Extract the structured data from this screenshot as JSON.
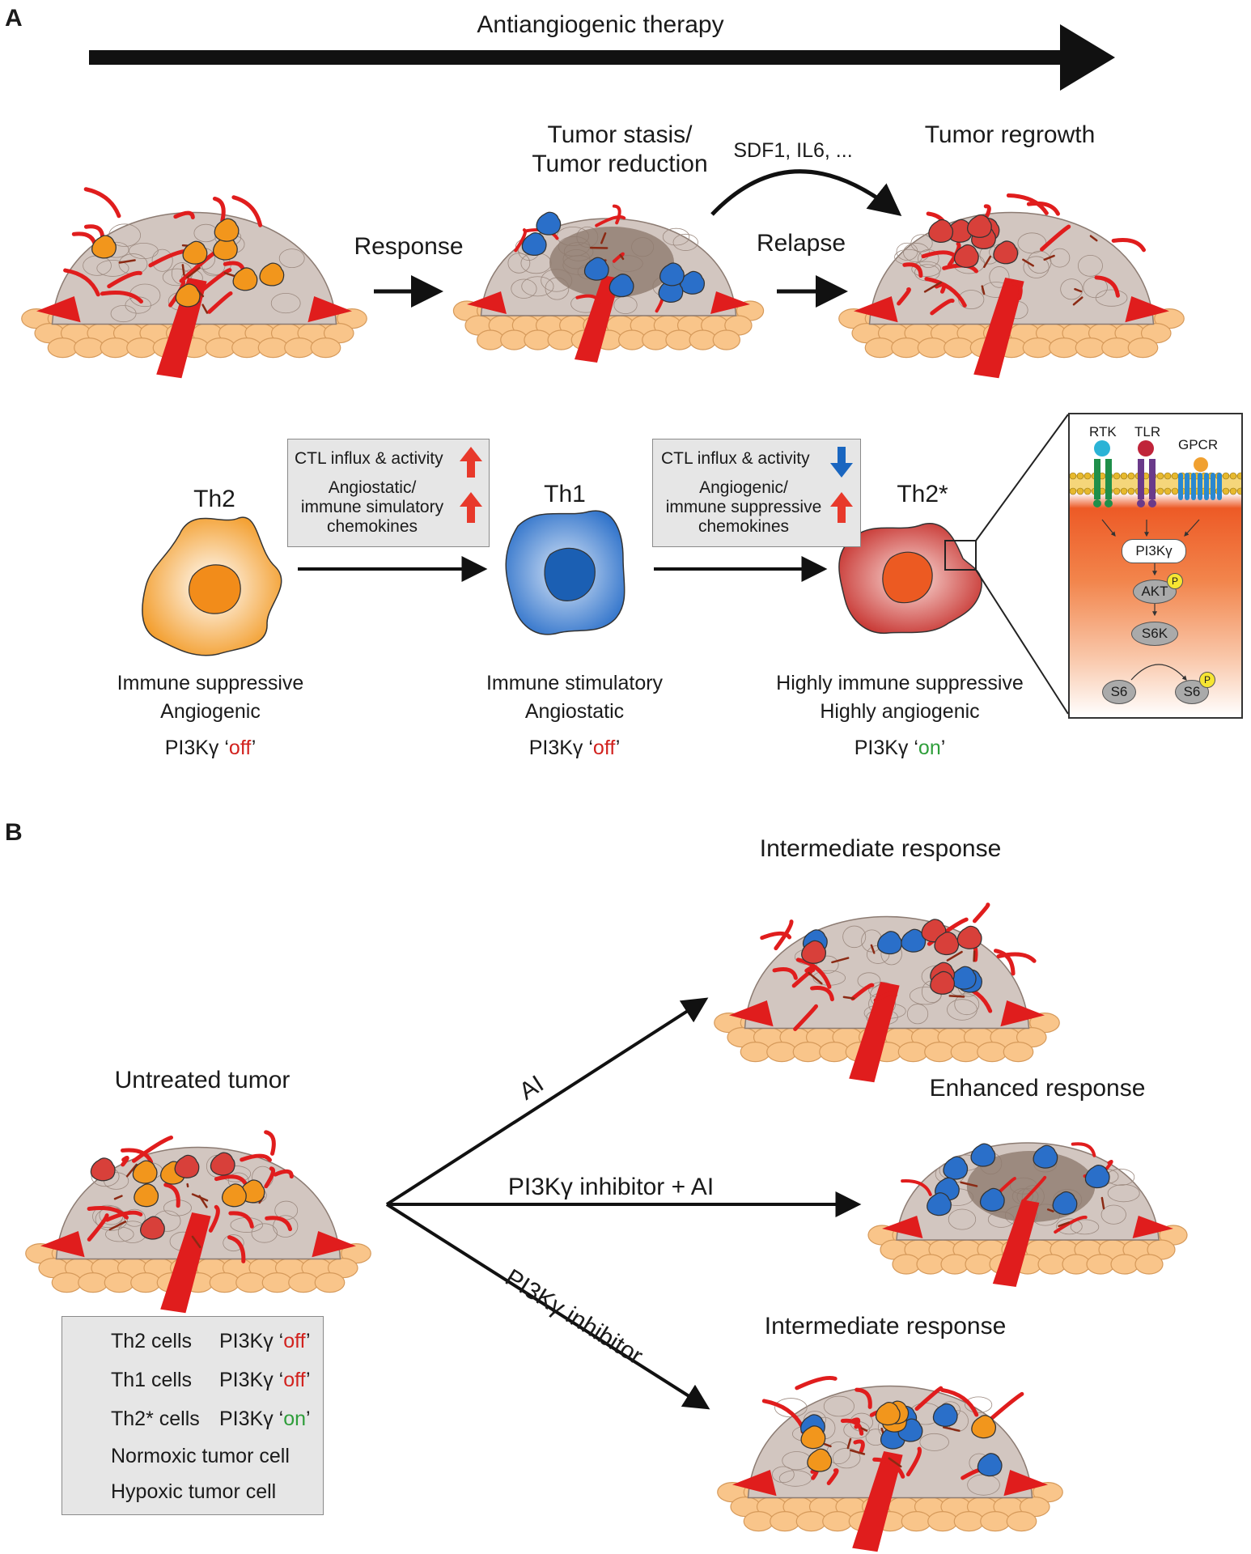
{
  "panels": {
    "a": "A",
    "b": "B"
  },
  "colors": {
    "vessel": "#e01d1d",
    "vessel_dark": "#8b2a14",
    "stroma": "#f9c58a",
    "normoxic": "#d2c6c0",
    "hypoxic": "#8e7a6e",
    "th2": "#f2961c",
    "th1": "#2a6fc9",
    "th2star": "#d8403a",
    "off_text": "#d2221e",
    "on_text": "#2e9e3a",
    "arrow_up": "#e8392b",
    "arrow_down": "#1a66c0"
  },
  "panel_a": {
    "therapy_label": "Antiangiogenic therapy",
    "stage2_title_line1": "Tumor stasis/",
    "stage2_title_line2": "Tumor reduction",
    "stage3_title": "Tumor regrowth",
    "curve_label": "SDF1, IL6, ...",
    "response_label": "Response",
    "relapse_label": "Relapse",
    "box1": {
      "line1": "CTL influx & activity",
      "line2": "Angiostatic/",
      "line3": "immune simulatory",
      "line4": "chemokines"
    },
    "box2": {
      "line1": "CTL influx & activity",
      "line2": "Angiogenic/",
      "line3": "immune suppressive",
      "line4": "chemokines"
    },
    "cells": [
      {
        "name": "Th2",
        "desc1": "Immune suppressive",
        "desc2": "Angiogenic",
        "pi_prefix": "PI3Kγ ‘",
        "state": "off",
        "pi_suffix": "’"
      },
      {
        "name": "Th1",
        "desc1": "Immune stimulatory",
        "desc2": "Angiostatic",
        "pi_prefix": "PI3Kγ ‘",
        "state": "off",
        "pi_suffix": "’"
      },
      {
        "name": "Th2*",
        "desc1": "Highly immune suppressive",
        "desc2": "Highly angiogenic",
        "pi_prefix": "PI3Kγ ‘",
        "state": "on",
        "pi_suffix": "’"
      }
    ],
    "inset": {
      "receptors": [
        "RTK",
        "TLR",
        "GPCR"
      ],
      "pi3k": "PI3Kγ",
      "akt": "AKT",
      "s6k": "S6K",
      "s6": "S6",
      "p": "P"
    }
  },
  "panel_b": {
    "untreated": "Untreated tumor",
    "intermediate_top": "Intermediate response",
    "enhanced": "Enhanced response",
    "intermediate_bottom": "Intermediate response",
    "arrow_ai": "AI",
    "arrow_combo": "PI3Kγ inhibitor + AI",
    "arrow_inhibitor": "PI3Kγ inhibitor",
    "legend": [
      {
        "label": "Th2 cells",
        "pi": "PI3Kγ ‘",
        "state": "off",
        "end": "’",
        "icon": "th2-cell-icon"
      },
      {
        "label": "Th1 cells",
        "pi": "PI3Kγ ‘",
        "state": "off",
        "end": "’",
        "icon": "th1-cell-icon"
      },
      {
        "label": "Th2* cells",
        "pi": "PI3Kγ ‘",
        "state": "on",
        "end": "’",
        "icon": "th2star-cell-icon"
      },
      {
        "label": "Normoxic tumor cell",
        "icon": "normoxic-cell-icon"
      },
      {
        "label": "Hypoxic tumor cell",
        "icon": "hypoxic-cell-icon"
      }
    ]
  }
}
